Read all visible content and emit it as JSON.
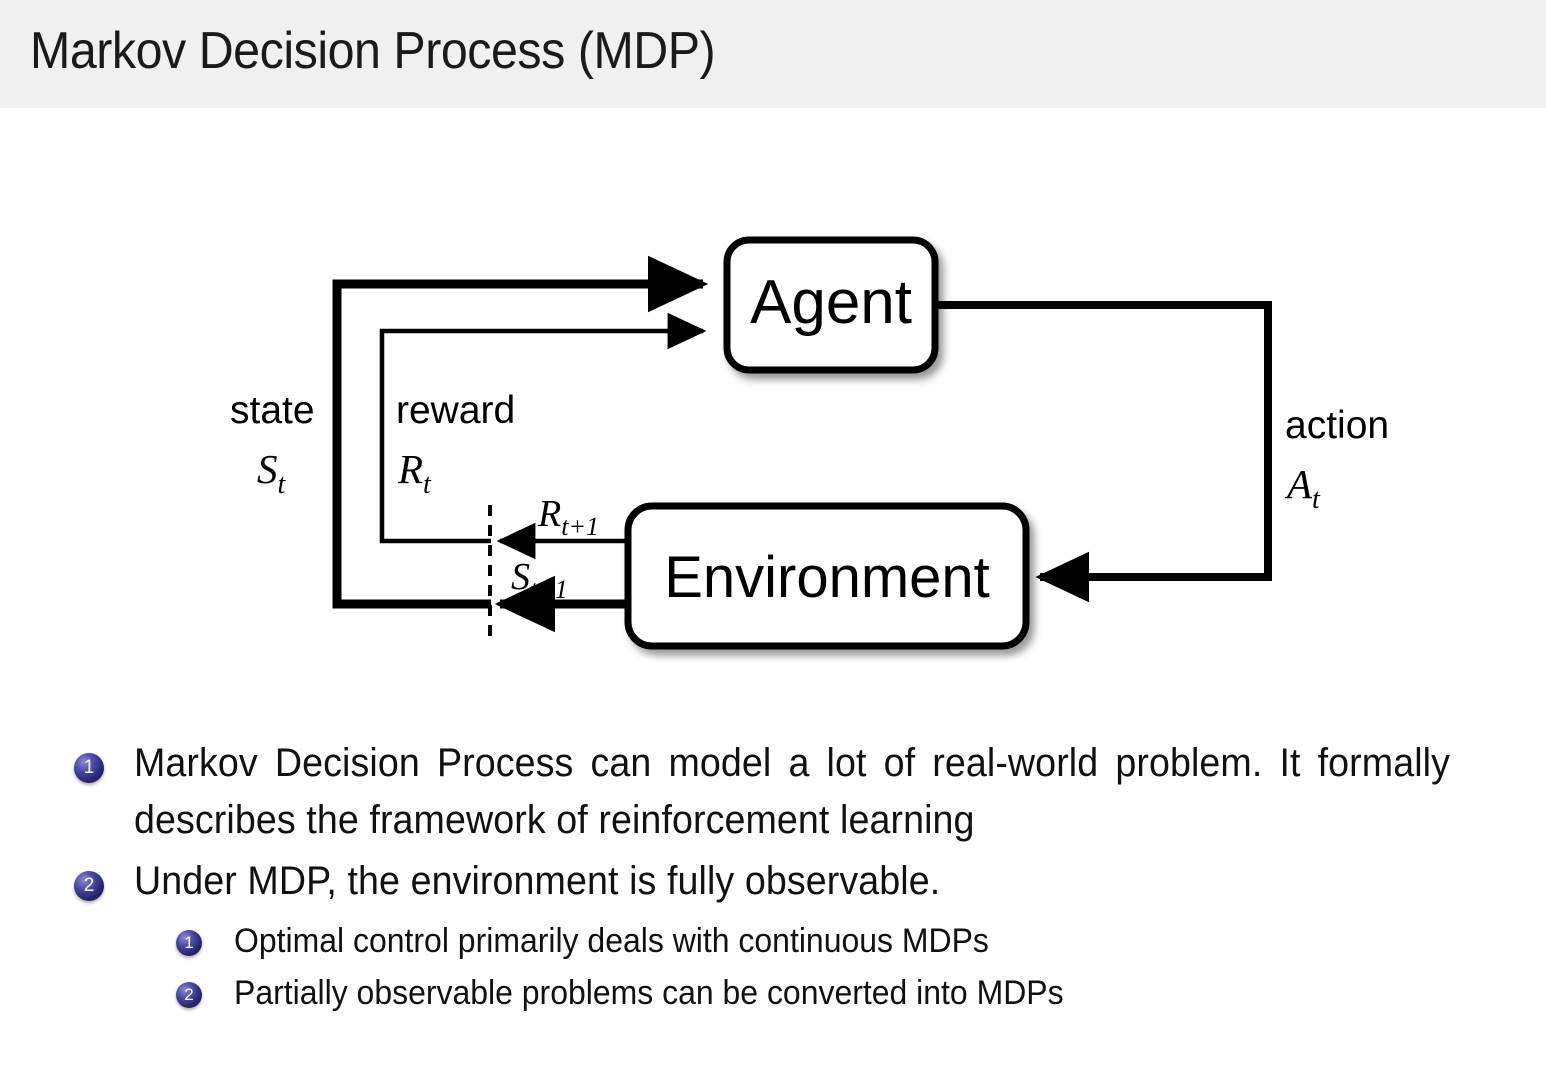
{
  "slide": {
    "title": "Markov Decision Process (MDP)",
    "title_bar_color": "#f0f0f0",
    "background_color": "#ffffff",
    "bullet_marker_color": "#262673"
  },
  "diagram": {
    "name": "agent-environment-interaction-loop",
    "nodes": [
      {
        "id": "agent",
        "label": "Agent"
      },
      {
        "id": "environment",
        "label": "Environment"
      }
    ],
    "edge_labels": {
      "state_word": "state",
      "state_symbol": "S",
      "state_sub": "t",
      "reward_word": "reward",
      "reward_symbol": "R",
      "reward_sub": "t",
      "action_word": "action",
      "action_symbol": "A",
      "action_sub": "t",
      "reward_next_symbol": "R",
      "reward_next_sub": "t+1",
      "state_next_symbol": "S",
      "state_next_sub": "t+1"
    }
  },
  "bullets": [
    {
      "number": "1",
      "text": "Markov Decision Process can model a lot of real-world problem. It formally describes the framework of reinforcement learning",
      "sub": []
    },
    {
      "number": "2",
      "text": "Under MDP, the environment is fully observable.",
      "sub": [
        {
          "number": "1",
          "text": "Optimal control primarily deals with continuous MDPs"
        },
        {
          "number": "2",
          "text": "Partially observable problems can be converted into MDPs"
        }
      ]
    }
  ]
}
